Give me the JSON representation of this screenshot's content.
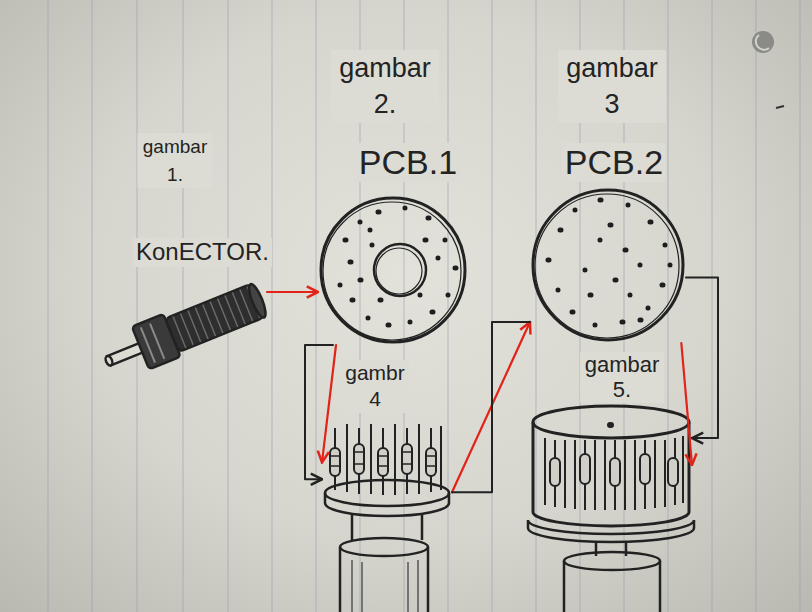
{
  "diagram": {
    "nodes": [
      {
        "text": [
          "gambar 1.",
          "KonECTOR."
        ]
      },
      {
        "text": [
          "gambar 2.",
          "PCB.1"
        ]
      },
      {
        "text": [
          "gambar 3",
          "PCB.2"
        ]
      },
      {
        "text": [
          "gambr 4"
        ]
      },
      {
        "text": [
          "gambar 5."
        ]
      }
    ],
    "edges": [
      {
        "from": 0,
        "to": 1,
        "arrow": "to"
      },
      {
        "from": 1,
        "to": 3,
        "arrow": "to"
      },
      {
        "from": 1,
        "to": 3,
        "arrow": "to"
      },
      {
        "from": 3,
        "to": 2,
        "arrow": "to"
      },
      {
        "from": 3,
        "to": 2,
        "arrow": "none"
      },
      {
        "from": 2,
        "to": 4,
        "arrow": "to"
      },
      {
        "from": 2,
        "to": 4,
        "arrow": "to"
      }
    ]
  }
}
